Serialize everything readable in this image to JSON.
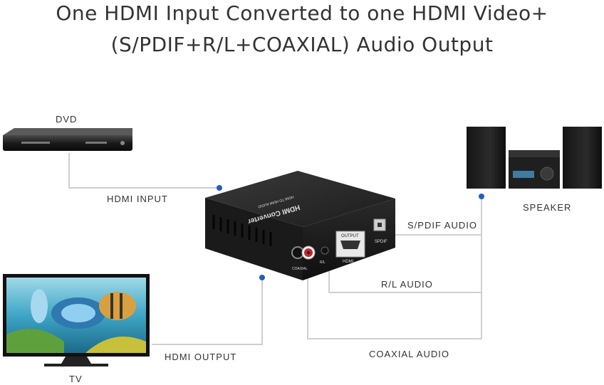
{
  "title": {
    "line1": "One HDMI Input Converted to one HDMI Video+",
    "line2": "(S/PDIF+R/L+COAXIAL) Audio Output"
  },
  "devices": {
    "dvd": "DVD",
    "tv": "TV",
    "speaker": "SPEAKER"
  },
  "connections": {
    "hdmi_input": "HDMI INPUT",
    "hdmi_output": "HDMI OUTPUT",
    "spdif_audio": "S/PDIF AUDIO",
    "rl_audio": "R/L AUDIO",
    "coaxial_audio": "COAXIAL AUDIO"
  },
  "converter": {
    "top_label": "HDMI Converter",
    "top_sublabel": "HDMI TO HDMI AUDIO",
    "port_output": "OUTPUT",
    "port_hdmi": "HDMI",
    "port_spdif": "SPDIF",
    "port_coaxial": "COAXIAL",
    "port_rl": "R/L"
  },
  "colors": {
    "line": "#cfcfcf",
    "dot": "#1f5fbf",
    "device_dark": "#1a1a1a",
    "title_text": "#333333"
  }
}
